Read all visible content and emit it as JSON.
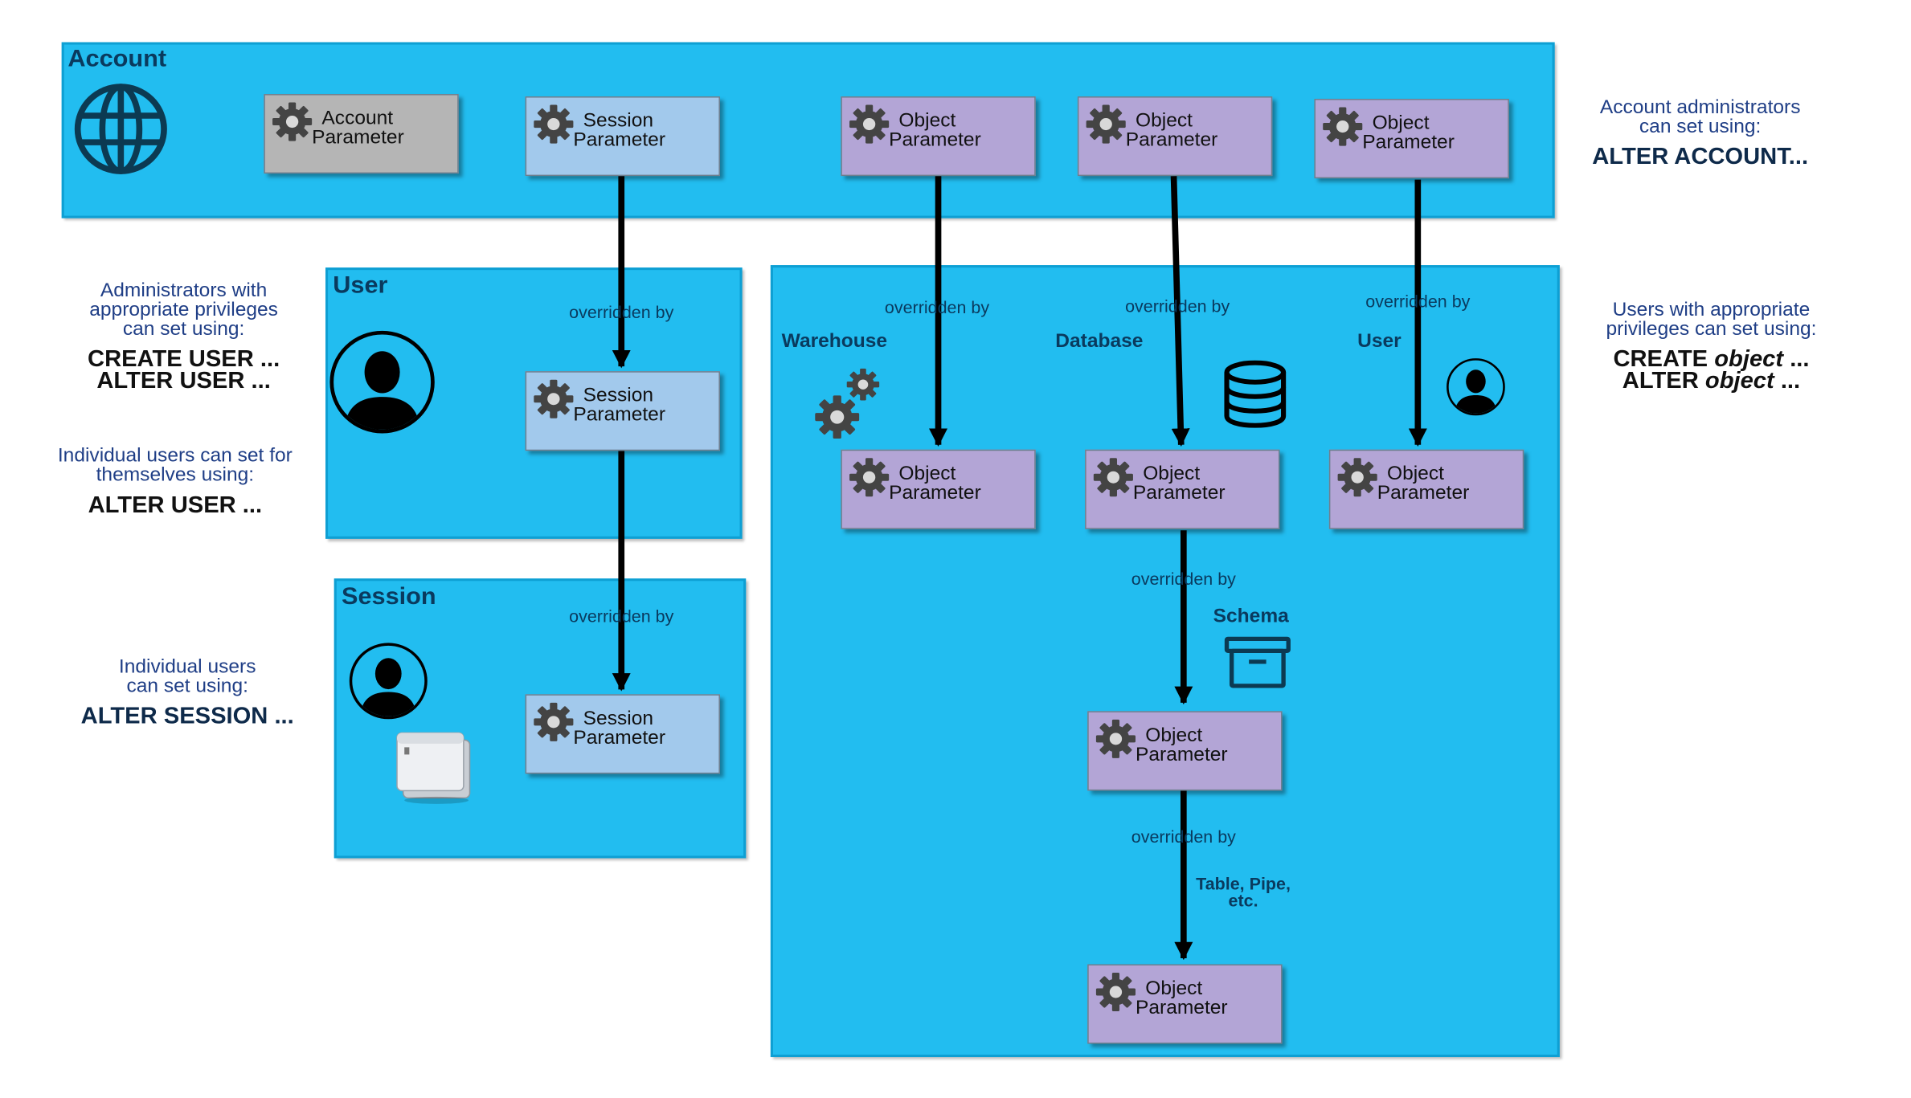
{
  "regions": {
    "account": "Account",
    "user": "User",
    "session": "Session"
  },
  "object_levels": {
    "warehouse": "Warehouse",
    "database": "Database",
    "user": "User",
    "schema": "Schema",
    "table_line1": "Table, Pipe,",
    "table_line2": "etc."
  },
  "params": {
    "account": [
      "Account",
      "Parameter"
    ],
    "session": [
      "Session",
      "Parameter"
    ],
    "object": [
      "Object",
      "Parameter"
    ]
  },
  "edge_label": "overridden by",
  "notes": {
    "account_admin": {
      "line1": "Account administrators",
      "line2": "can set using:",
      "cmd": "ALTER ACCOUNT..."
    },
    "admin_users": {
      "line1": "Administrators with",
      "line2": "appropriate privileges",
      "line3": "can set using:",
      "cmd1": "CREATE USER ...",
      "cmd2": "ALTER USER ..."
    },
    "individual_self": {
      "line1": "Individual users can set for",
      "line2": "themselves using:",
      "cmd": "ALTER USER ..."
    },
    "individual_session": {
      "line1": "Individual users",
      "line2": "can set using:",
      "cmd": "ALTER SESSION ..."
    },
    "users_privileges": {
      "line1": "Users with appropriate",
      "line2": "privileges can set using:",
      "cmd1_a": "CREATE",
      "cmd1_b": "object",
      "cmd1_c": "...",
      "cmd2_a": "ALTER",
      "cmd2_b": "object",
      "cmd2_c": "..."
    }
  },
  "icons": {
    "account": "globe-icon",
    "user": "user-avatar-icon",
    "session": "user-avatar-icon",
    "session_window": "window-icon",
    "warehouse": "gears-icon",
    "database": "database-icon",
    "object_user": "user-avatar-icon",
    "schema": "archive-box-icon",
    "param": "gear-icon"
  },
  "colors": {
    "region_fill": "#22bdf0",
    "account_param": "#b5b5b5",
    "session_param": "#a2c9ec",
    "object_param": "#b3a5d6"
  }
}
